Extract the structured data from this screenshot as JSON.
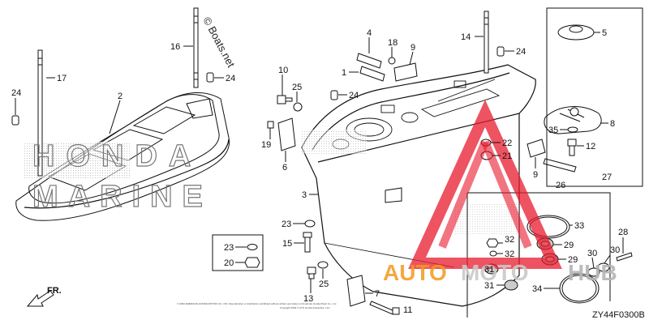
{
  "diagram": {
    "code": "ZY44F0300B",
    "direction_label": "FR.",
    "copyright_line_1": "© 2003 AMERICAN HONDA MOTOR CO., INC. Reproduction or distribution prohibited without written permission of American Honda Motor Co., Inc.",
    "copyright_line_2": "Copyright 2004 © ZYS Honda Interactive, LLC",
    "callouts": {
      "c1": "1",
      "c2": "2",
      "c3": "3",
      "c4": "4",
      "c5": "5",
      "c6": "6",
      "c7": "7",
      "c8": "8",
      "c9a": "9",
      "c9b": "9",
      "c10": "10",
      "c11": "11",
      "c12": "12",
      "c13": "13",
      "c14": "14",
      "c15": "15",
      "c16": "16",
      "c17": "17",
      "c18": "18",
      "c19": "19",
      "c20": "20",
      "c21": "21",
      "c22": "22",
      "c23a": "23",
      "c23b": "23",
      "c24a": "24",
      "c24b": "24",
      "c24c": "24",
      "c24d": "24",
      "c25a": "25",
      "c25b": "25",
      "c26": "26",
      "c27": "27",
      "c28": "28",
      "c29a": "29",
      "c29b": "29",
      "c30a": "30",
      "c30b": "30",
      "c31a": "31",
      "c31b": "31",
      "c32a": "32",
      "c32b": "32",
      "c33": "33",
      "c34": "34",
      "c35": "35"
    }
  },
  "watermarks": {
    "boats_net": "© Boats.net",
    "brand_line_1": "HONDA",
    "brand_line_2": "MARINE",
    "auto": "AUTO",
    "moto": "MOTO",
    "hub": "HUB"
  },
  "colors": {
    "ink": "#111111",
    "watermark_red": "#e8192c",
    "watermark_orange": "#f39a1d",
    "watermark_gray": "#c9c9c9",
    "shading": "#9a9a9a"
  }
}
